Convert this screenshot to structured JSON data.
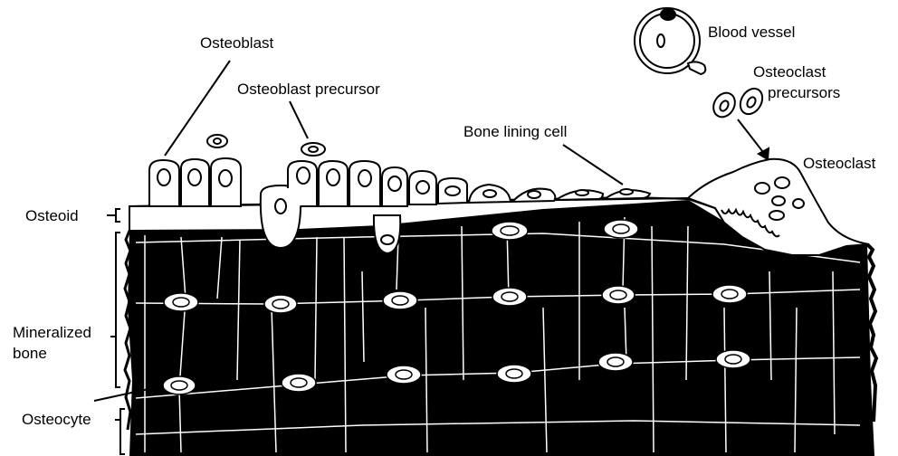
{
  "labels": {
    "osteoblast": "Osteoblast",
    "osteoblast_precursor": "Osteoblast precursor",
    "blood_vessel": "Blood vessel",
    "osteoclast_precursors_line1": "Osteoclast",
    "osteoclast_precursors_line2": "precursors",
    "bone_lining_cell": "Bone lining cell",
    "osteoclast": "Osteoclast",
    "osteoid": "Osteoid",
    "mineralized_bone_line1": "Mineralized",
    "mineralized_bone_line2": "bone",
    "osteocyte": "Osteocyte"
  },
  "colors": {
    "bone": "#000000",
    "cell_fill": "#ffffff",
    "line": "#000000"
  }
}
